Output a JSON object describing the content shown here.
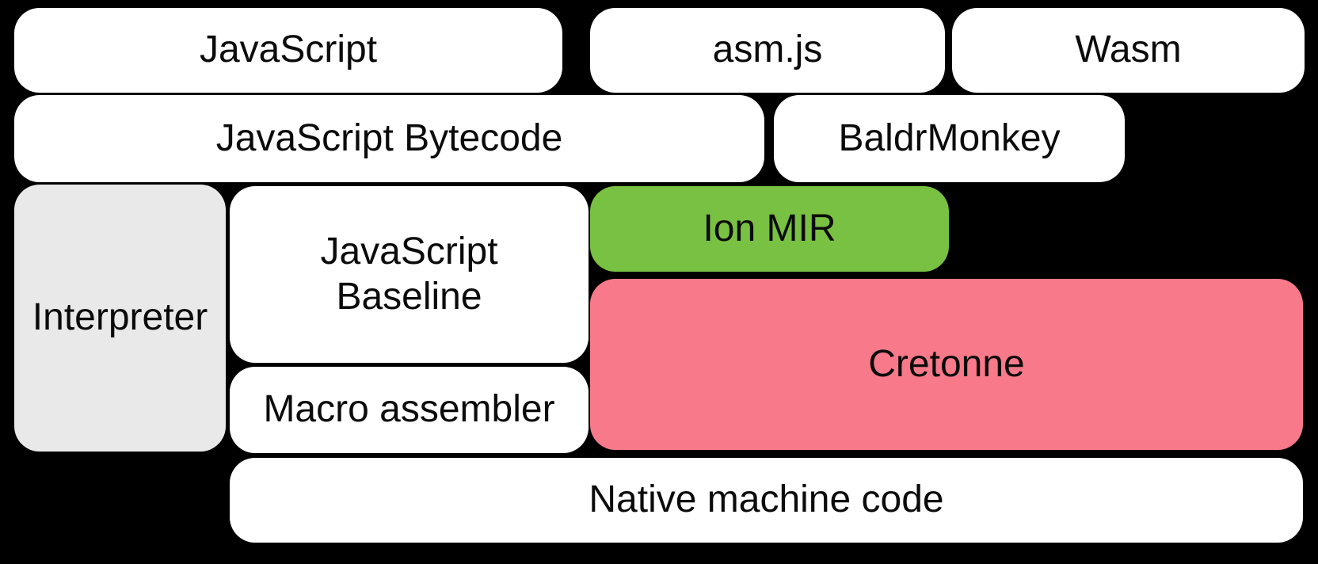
{
  "diagram": {
    "description": "Compiler pipeline block diagram",
    "colors": {
      "background": "#000000",
      "box_white": "#ffffff",
      "box_gray": "#e9e9e9",
      "box_green": "#79c142",
      "box_pink": "#f7798a",
      "text": "#0b0b0b"
    },
    "boxes": {
      "javascript": {
        "label": "JavaScript"
      },
      "asmjs": {
        "label": "asm.js"
      },
      "wasm": {
        "label": "Wasm"
      },
      "js_bytecode": {
        "label": "JavaScript Bytecode"
      },
      "baldrmonkey": {
        "label": "BaldrMonkey"
      },
      "interpreter": {
        "label": "Interpreter"
      },
      "js_baseline": {
        "label": "JavaScript\nBaseline"
      },
      "ion_mir": {
        "label": "Ion MIR"
      },
      "cretonne": {
        "label": "Cretonne"
      },
      "macro_assembler": {
        "label": "Macro assembler"
      },
      "native_machine_code": {
        "label": "Native machine code"
      }
    }
  }
}
